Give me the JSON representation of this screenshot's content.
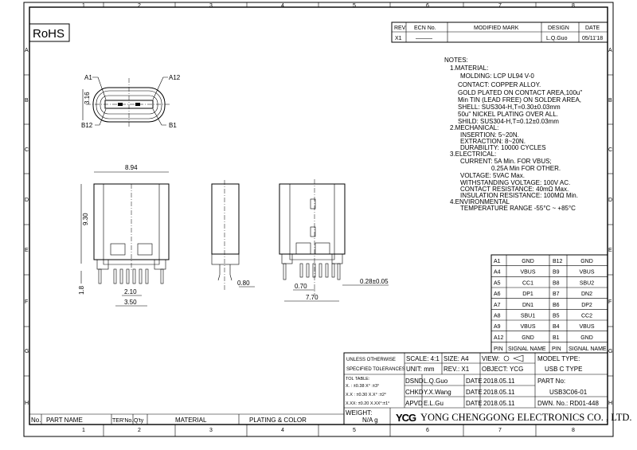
{
  "frame": {
    "columns": [
      "1",
      "2",
      "3",
      "4",
      "5",
      "6",
      "7",
      "8"
    ],
    "rows": [
      "A",
      "B",
      "C",
      "D",
      "E",
      "F",
      "G",
      "H"
    ]
  },
  "rohs": "RoHS",
  "revision_table": {
    "headers": [
      "REV.",
      "ECN No.",
      "MODIFIED MARK",
      "DESIGN",
      "DATE"
    ],
    "row": [
      "X1",
      "———",
      "",
      "L.Q.Guo",
      "05/11'18"
    ]
  },
  "notes": [
    "NOTES:",
    "1.MATERIAL:",
    "MOLDING: LCP UL94 V-0",
    "CONTACT: COPPER ALLOY.",
    "GOLD PLATED  ON CONTACT AREA,100u\"",
    "Min TIN (LEAD FREE) ON SOLDER AREA,",
    "SHELL:  SUS304-H,T=0.30±0.03mm",
    "50u\" NICKEL PLATING OVER ALL.",
    "SHILD: SUS304-H,T=0.12±0.03mm",
    "2.MECHANICAL:",
    "INSERTION:  5~20N.",
    "EXTRACTION:  8~20N.",
    "DURABILITY:  10000 CYCLES",
    "3.ELECTRICAL:",
    "CURRENT:  5A Min. FOR VBUS;",
    "0.25A Min FOR OTHER.",
    "VOLTAGE:  5VAC Max.",
    "WITHSTANDING VOLTAGE:  100V AC.",
    "CONTACT RESISTANCE:  40mΩ Max.",
    "INSULATION RESISTANCE:  100MΩ Min.",
    "4.ENVIRONMENTAL",
    "TEMPERATURE RANGE  -55°C ~ +85°C"
  ],
  "dimensions": {
    "top_height": "3.16",
    "pin_a1": "A1",
    "pin_a12": "A12",
    "pin_b12": "B12",
    "pin_b1": "B1",
    "width": "8.94",
    "height": "9.30",
    "pin_length": "1.8",
    "pitch_inner": "2.10",
    "pitch_outer": "3.50",
    "side_offset": "0.80",
    "pitch": "0.70",
    "overall": "7.70",
    "pin_thickness": "0.28±0.05"
  },
  "pin_table": {
    "rows": [
      [
        "A1",
        "GND",
        "B12",
        "GND"
      ],
      [
        "A4",
        "VBUS",
        "B9",
        "VBUS"
      ],
      [
        "A5",
        "CC1",
        "B8",
        "SBU2"
      ],
      [
        "A6",
        "DP1",
        "B7",
        "DN2"
      ],
      [
        "A7",
        "DN1",
        "B6",
        "DP2"
      ],
      [
        "A8",
        "SBU1",
        "B5",
        "CC2"
      ],
      [
        "A9",
        "VBUS",
        "B4",
        "VBUS"
      ],
      [
        "A12",
        "GND",
        "B1",
        "GND"
      ]
    ],
    "headers": [
      "PIN",
      "SIGNAL NAME",
      "PIN",
      "SIGNAL NAME"
    ]
  },
  "title_block": {
    "tol1": "UNLESS OTHERWISE",
    "tol2": "SPECIFIED TOLERANCES",
    "tol_table": "TOL TABLE:",
    "tol_rows": [
      "X.  : ±0.38    X°  :±3°",
      "X.X : ±0.30    X.X° :±2°",
      "X.XX: ±0.20    X.XX°:±1°"
    ],
    "scale": "SCALE: 4:1",
    "size": "SIZE:  A4",
    "view": "VIEW:",
    "unit": "UNIT:  mm",
    "rev": "REV.:  X1",
    "object": "OBJECT:  YCG",
    "model_type_label": "MODEL TYPE:",
    "model_type": "USB C TYPE",
    "dsnd": "DSND",
    "dsnd_name": "L.Q.Guo",
    "chkd": "CHKD",
    "chkd_name": "Y.X.Wang",
    "apvd": "APVD",
    "apvd_name": "E.L.Gu",
    "date_label": "DATE",
    "date": "2018.05.11",
    "part_no_label": "PART No:",
    "part_no": "USB3C06-01",
    "dwn_no": "DWN. No.:  RD01-448",
    "weight_label": "WEIGHT:",
    "weight": "N/A  g",
    "logo": "YCG",
    "company": "YONG CHENGGONG ELECTRONICS CO. , LTD."
  },
  "parts_header": [
    "No.",
    "PART NAME",
    "TER'No.",
    "Q'ty",
    "MATERIAL",
    "PLATING & COLOR"
  ]
}
